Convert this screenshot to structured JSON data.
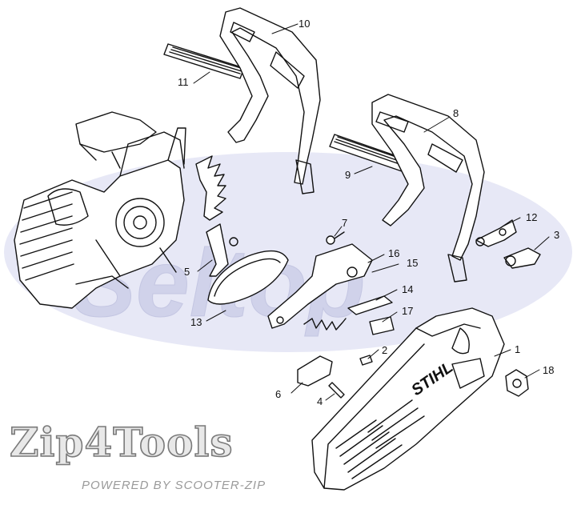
{
  "watermark": {
    "text": "Seltop"
  },
  "brand": {
    "name": "Zip4Tools",
    "tagline": "POWERED BY SCOOTER-ZIP"
  },
  "logo_text": "STIHL",
  "callouts": [
    "1",
    "2",
    "3",
    "4",
    "5",
    "6",
    "7",
    "8",
    "9",
    "10",
    "11",
    "12",
    "13",
    "14",
    "15",
    "16",
    "17",
    "18"
  ],
  "colors": {
    "ellipse": "#e7e8f6",
    "line": "#111111",
    "watermark": "#d0d2ea"
  }
}
